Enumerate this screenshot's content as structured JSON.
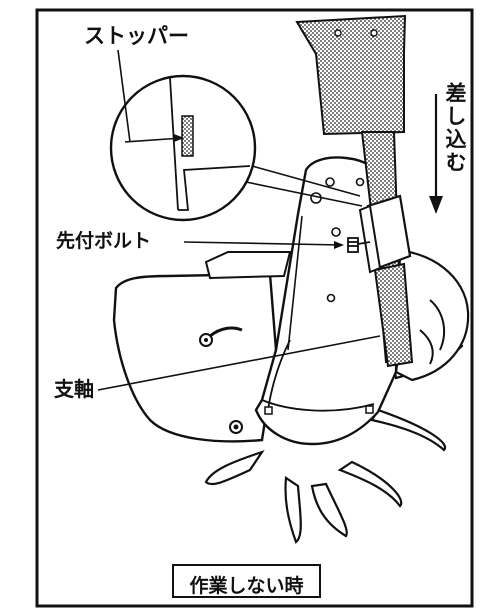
{
  "labels": {
    "stopper": "ストッパー",
    "tip_bolt": "先付ボルト",
    "pivot_shaft": "支軸",
    "insert": "差し込む"
  },
  "caption": "作業しない時",
  "colors": {
    "line": "#111111",
    "background": "#ffffff",
    "stipple": "#8a8a8a"
  }
}
